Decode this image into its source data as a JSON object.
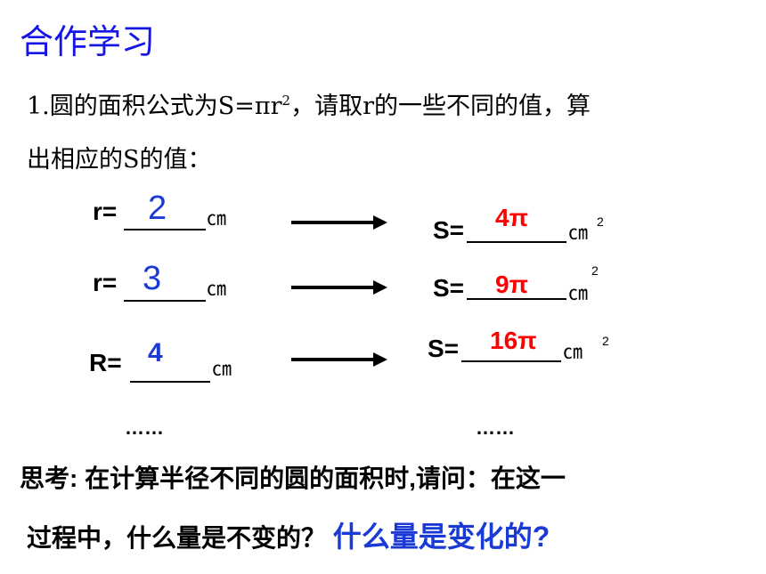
{
  "title": "合作学习",
  "question": {
    "line1_prefix": "1.圆的面积公式为S=πr",
    "line1_sup": "2",
    "line1_suffix": "，请取r的一些不同的值，算",
    "line2": "出相应的S的值："
  },
  "rows": [
    {
      "r_label": "r=",
      "r_value": "2",
      "r_unit": "㎝",
      "s_label": "S=",
      "s_value": "4π",
      "s_unit": "㎝",
      "s_sup": "2"
    },
    {
      "r_label": "r=",
      "r_value": "3",
      "r_unit": "㎝",
      "s_label": "S=",
      "s_value": "9π",
      "s_unit": "㎝",
      "s_sup": "2"
    },
    {
      "r_label": "R=",
      "r_value": "4",
      "r_unit": "㎝",
      "s_label": "S=",
      "s_value": "16π",
      "s_unit": "㎝",
      "s_sup": "2"
    }
  ],
  "ellipsis_left": "……",
  "ellipsis_right": "……",
  "thinking": {
    "line1": "思考: 在计算半径不同的圆的面积时,请问：在这一",
    "line2_black": "过程中，什么量是不变的？",
    "line2_blue": "什么量是变化的?"
  },
  "colors": {
    "title": "#1515e6",
    "blue": "#1a3ad6",
    "red": "#ff0000"
  }
}
